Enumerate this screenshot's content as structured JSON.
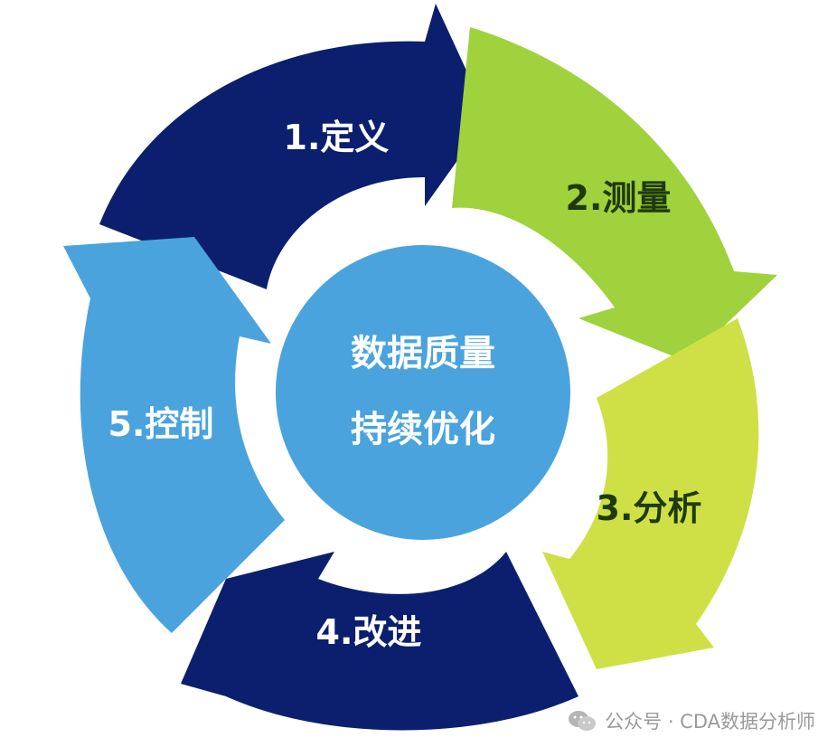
{
  "diagram": {
    "center": {
      "line1": "数据质量",
      "line2": "持续优化"
    },
    "steps": [
      {
        "label": "1.定义",
        "color": "#0b1f6e",
        "text_color": "#ffffff"
      },
      {
        "label": "2.测量",
        "color": "#9fd23c",
        "text_color": "#1f3a0a"
      },
      {
        "label": "3.分析",
        "color": "#cfe046",
        "text_color": "#1f3a0a"
      },
      {
        "label": "4.改进",
        "color": "#0b1f6e",
        "text_color": "#ffffff"
      },
      {
        "label": "5.控制",
        "color": "#4aa3dd",
        "text_color": "#ffffff"
      }
    ],
    "center_color": "#4aa3dd"
  },
  "watermark": {
    "text": "公众号 · CDA数据分析师",
    "icon": "wechat-icon"
  }
}
